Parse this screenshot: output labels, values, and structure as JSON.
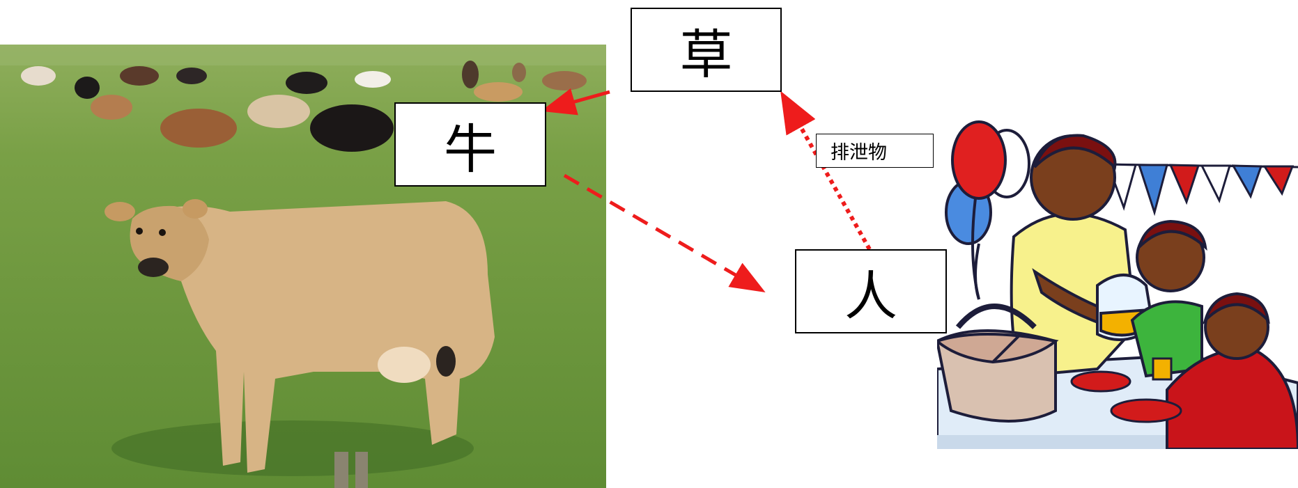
{
  "nodes": {
    "grass": "草",
    "cow": "牛",
    "human": "人"
  },
  "edge_labels": {
    "excreta": "排泄物"
  },
  "colors": {
    "arrow": "#ee1c1c",
    "box_border": "#000000",
    "grass": "#6d9a3c"
  },
  "images": {
    "left": "cow-pasture-photo",
    "right": "family-picnic-clipart"
  }
}
